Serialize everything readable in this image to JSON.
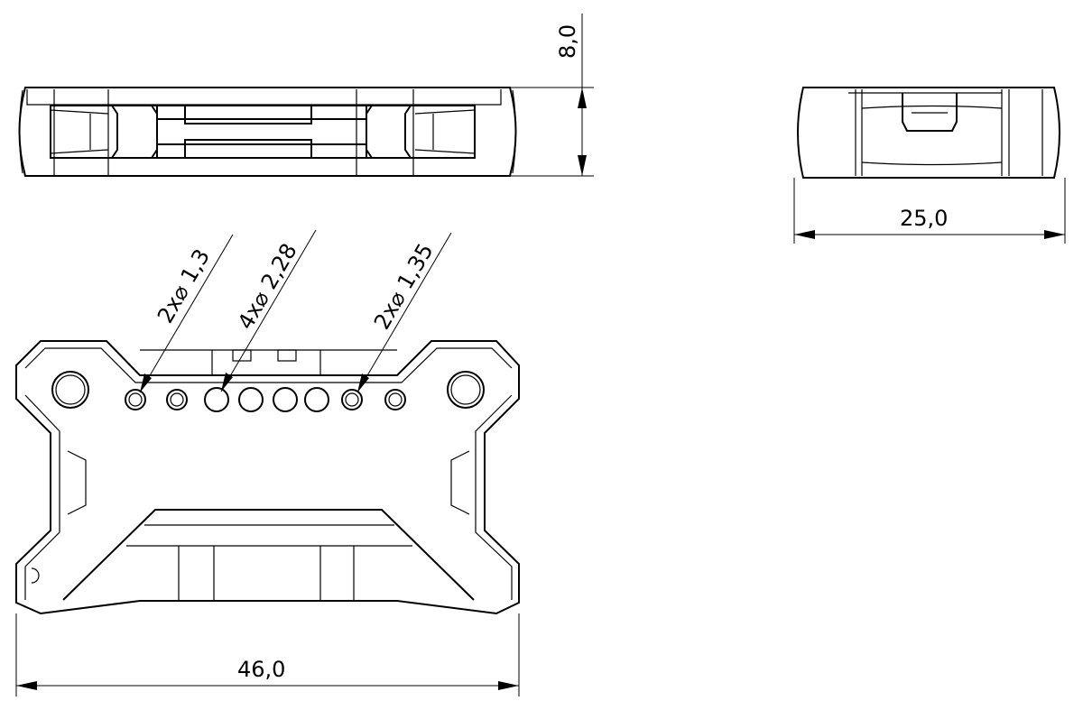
{
  "dimensions": {
    "height": "8,0",
    "width_side": "25,0",
    "length": "46,0"
  },
  "hole_callouts": [
    {
      "label": "2x⌀ 1,3"
    },
    {
      "label": "4x⌀ 2,28"
    },
    {
      "label": "2x⌀ 1,35"
    }
  ],
  "colors": {
    "line": "#000000",
    "background": "#ffffff"
  }
}
